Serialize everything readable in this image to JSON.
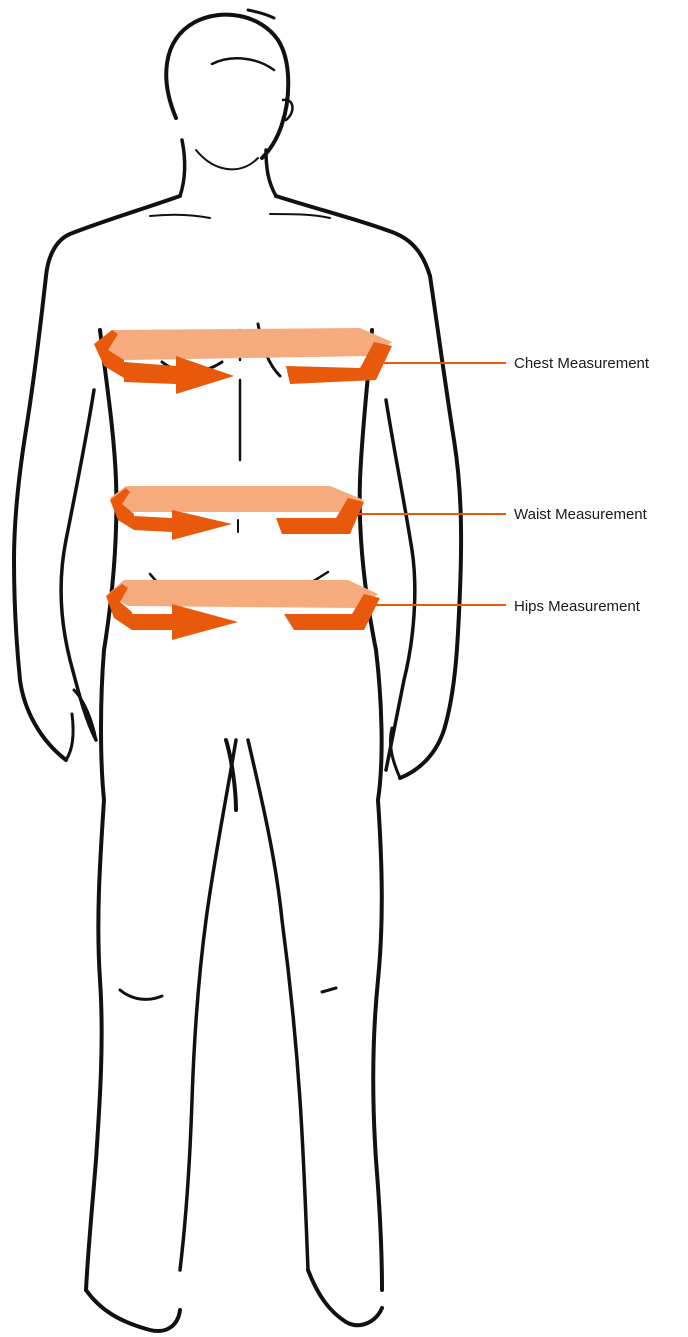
{
  "colors": {
    "outline": "#111111",
    "band_front": "#e8590c",
    "band_back": "#f5ab7d",
    "leader_line": "#e8590c",
    "background": "#ffffff"
  },
  "measurements": [
    {
      "key": "chest",
      "label": "Chest Measurement"
    },
    {
      "key": "waist",
      "label": "Waist Measurement"
    },
    {
      "key": "hips",
      "label": "Hips Measurement"
    }
  ]
}
